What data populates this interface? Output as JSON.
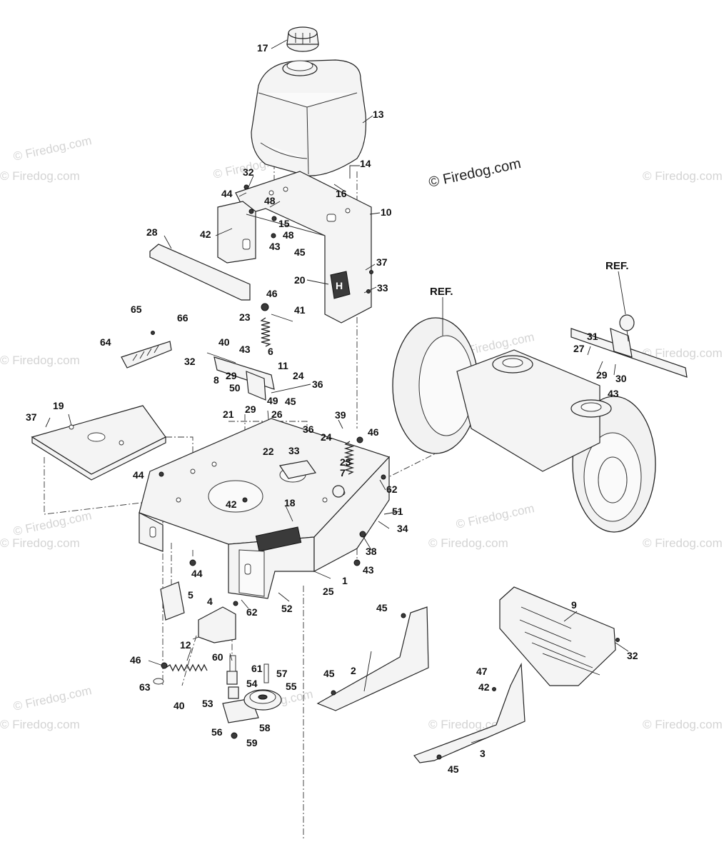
{
  "copyright": "© Firedog.com",
  "watermark": "© Firedog.com",
  "ref_label": "REF.",
  "callouts": {
    "c1": "1",
    "c2": "2",
    "c3": "3",
    "c4": "4",
    "c5": "5",
    "c6": "6",
    "c7": "7",
    "c8": "8",
    "c9": "9",
    "c10": "10",
    "c11": "11",
    "c12": "12",
    "c13": "13",
    "c14": "14",
    "c15": "15",
    "c16": "16",
    "c17": "17",
    "c18": "18",
    "c19": "19",
    "c20": "20",
    "c21": "21",
    "c22": "22",
    "c23": "23",
    "c24": "24",
    "c25": "25",
    "c26": "26",
    "c27": "27",
    "c28": "28",
    "c29": "29",
    "c30": "30",
    "c31": "31",
    "c32": "32",
    "c33": "33",
    "c34": "34",
    "c36": "36",
    "c37": "37",
    "c38": "38",
    "c39": "39",
    "c40": "40",
    "c41": "41",
    "c42": "42",
    "c43": "43",
    "c44": "44",
    "c45": "45",
    "c46": "46",
    "c47": "47",
    "c48": "48",
    "c49": "49",
    "c50": "50",
    "c51": "51",
    "c52": "52",
    "c53": "53",
    "c54": "54",
    "c55": "55",
    "c56": "56",
    "c57": "57",
    "c58": "58",
    "c59": "59",
    "c60": "60",
    "c61": "61",
    "c62": "62",
    "c63": "63",
    "c64": "64",
    "c65": "65",
    "c66": "66"
  }
}
